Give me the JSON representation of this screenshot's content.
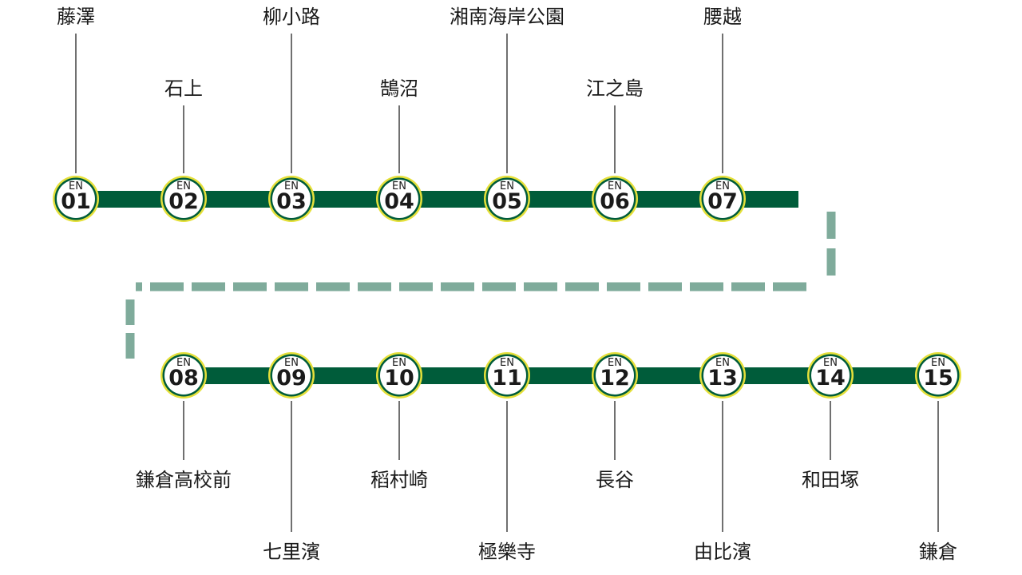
{
  "line": {
    "prefix": "EN",
    "colors": {
      "track": "#005c3a",
      "connector": "#7fab9b",
      "badge_ring": "#e5e03a",
      "badge_border": "#005c3a",
      "badge_fill": "#ffffff",
      "leader": "#333333",
      "text": "#1a1a1a"
    }
  },
  "stations": [
    {
      "code": "01",
      "name": "藤澤"
    },
    {
      "code": "02",
      "name": "石上"
    },
    {
      "code": "03",
      "name": "柳小路"
    },
    {
      "code": "04",
      "name": "鵠沼"
    },
    {
      "code": "05",
      "name": "湘南海岸公園"
    },
    {
      "code": "06",
      "name": "江之島"
    },
    {
      "code": "07",
      "name": "腰越"
    },
    {
      "code": "08",
      "name": "鎌倉高校前"
    },
    {
      "code": "09",
      "name": "七里濱"
    },
    {
      "code": "10",
      "name": "稻村崎"
    },
    {
      "code": "11",
      "name": "極樂寺"
    },
    {
      "code": "12",
      "name": "長谷"
    },
    {
      "code": "13",
      "name": "由比濱"
    },
    {
      "code": "14",
      "name": "和田塚"
    },
    {
      "code": "15",
      "name": "鎌倉"
    }
  ]
}
